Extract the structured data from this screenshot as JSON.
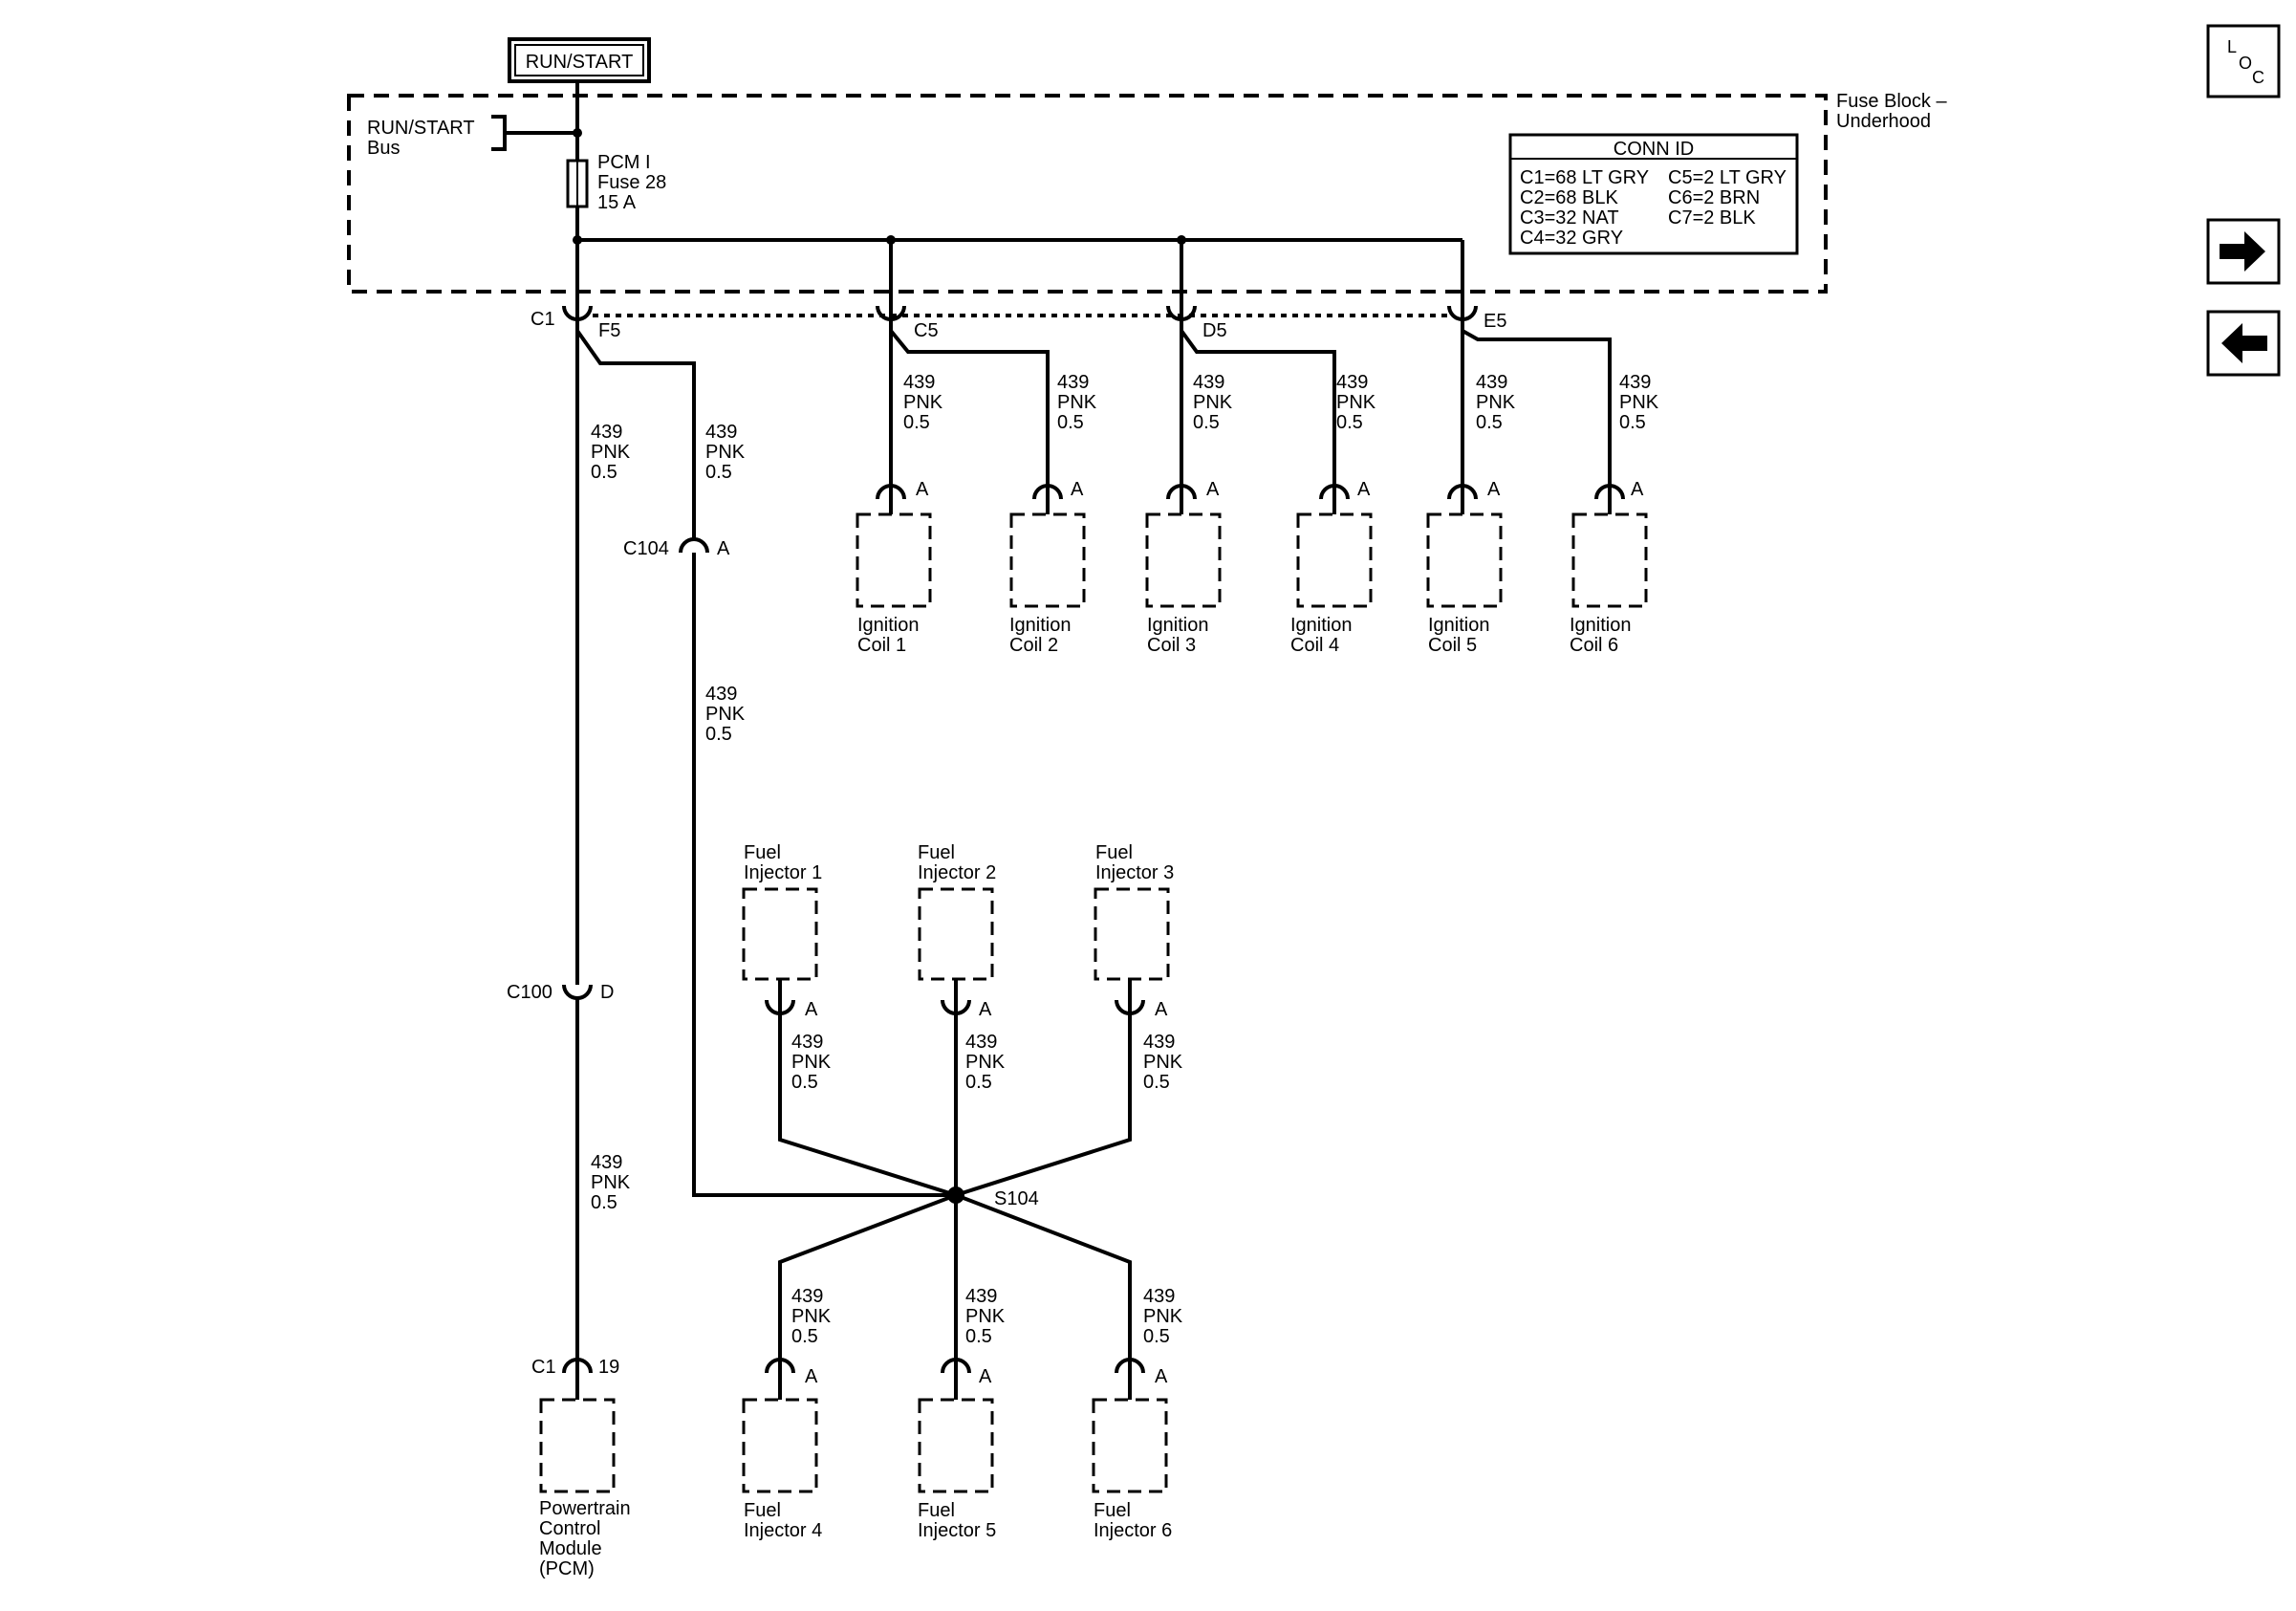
{
  "supply": {
    "label": "RUN/START"
  },
  "fuse_block": {
    "title_line1": "Fuse Block –",
    "title_line2": "Underhood",
    "bus_line1": "RUN/START",
    "bus_line2": "Bus",
    "fuse_line1": "PCM I",
    "fuse_line2": "Fuse 28",
    "fuse_line3": "15 A"
  },
  "conn_id": {
    "title": "CONN ID",
    "entries": [
      "C1=68 LT GRY",
      "C2=68 BLK",
      "C3=32 NAT",
      "C4=32 GRY",
      "C5=2 LT GRY",
      "C6=2 BRN",
      "C7=2 BLK"
    ]
  },
  "wire": {
    "circuit": "439",
    "color": "PNK",
    "gauge": "0.5"
  },
  "connectors": {
    "c1_top": "C1",
    "f5": "F5",
    "c5": "C5",
    "d5": "D5",
    "e5": "E5",
    "c104": "C104",
    "c104_pin": "A",
    "c100": "C100",
    "c100_pin": "D",
    "c1_pcm": "C1",
    "c1_pcm_pin": "19",
    "pin_a": "A"
  },
  "splice": "S104",
  "coils": [
    {
      "line1": "Ignition",
      "line2": "Coil 1"
    },
    {
      "line1": "Ignition",
      "line2": "Coil 2"
    },
    {
      "line1": "Ignition",
      "line2": "Coil 3"
    },
    {
      "line1": "Ignition",
      "line2": "Coil 4"
    },
    {
      "line1": "Ignition",
      "line2": "Coil 5"
    },
    {
      "line1": "Ignition",
      "line2": "Coil 6"
    }
  ],
  "injectors_top": [
    {
      "line1": "Fuel",
      "line2": "Injector 1"
    },
    {
      "line1": "Fuel",
      "line2": "Injector 2"
    },
    {
      "line1": "Fuel",
      "line2": "Injector 3"
    }
  ],
  "injectors_bottom": [
    {
      "line1": "Fuel",
      "line2": "Injector 4"
    },
    {
      "line1": "Fuel",
      "line2": "Injector 5"
    },
    {
      "line1": "Fuel",
      "line2": "Injector 6"
    }
  ],
  "pcm": {
    "line1": "Powertrain",
    "line2": "Control",
    "line3": "Module",
    "line4": "(PCM)"
  },
  "nav": {
    "loc_l": "L",
    "loc_o": "O",
    "loc_c": "C",
    "forward_icon": "arrow-right-icon",
    "back_icon": "arrow-left-icon"
  }
}
